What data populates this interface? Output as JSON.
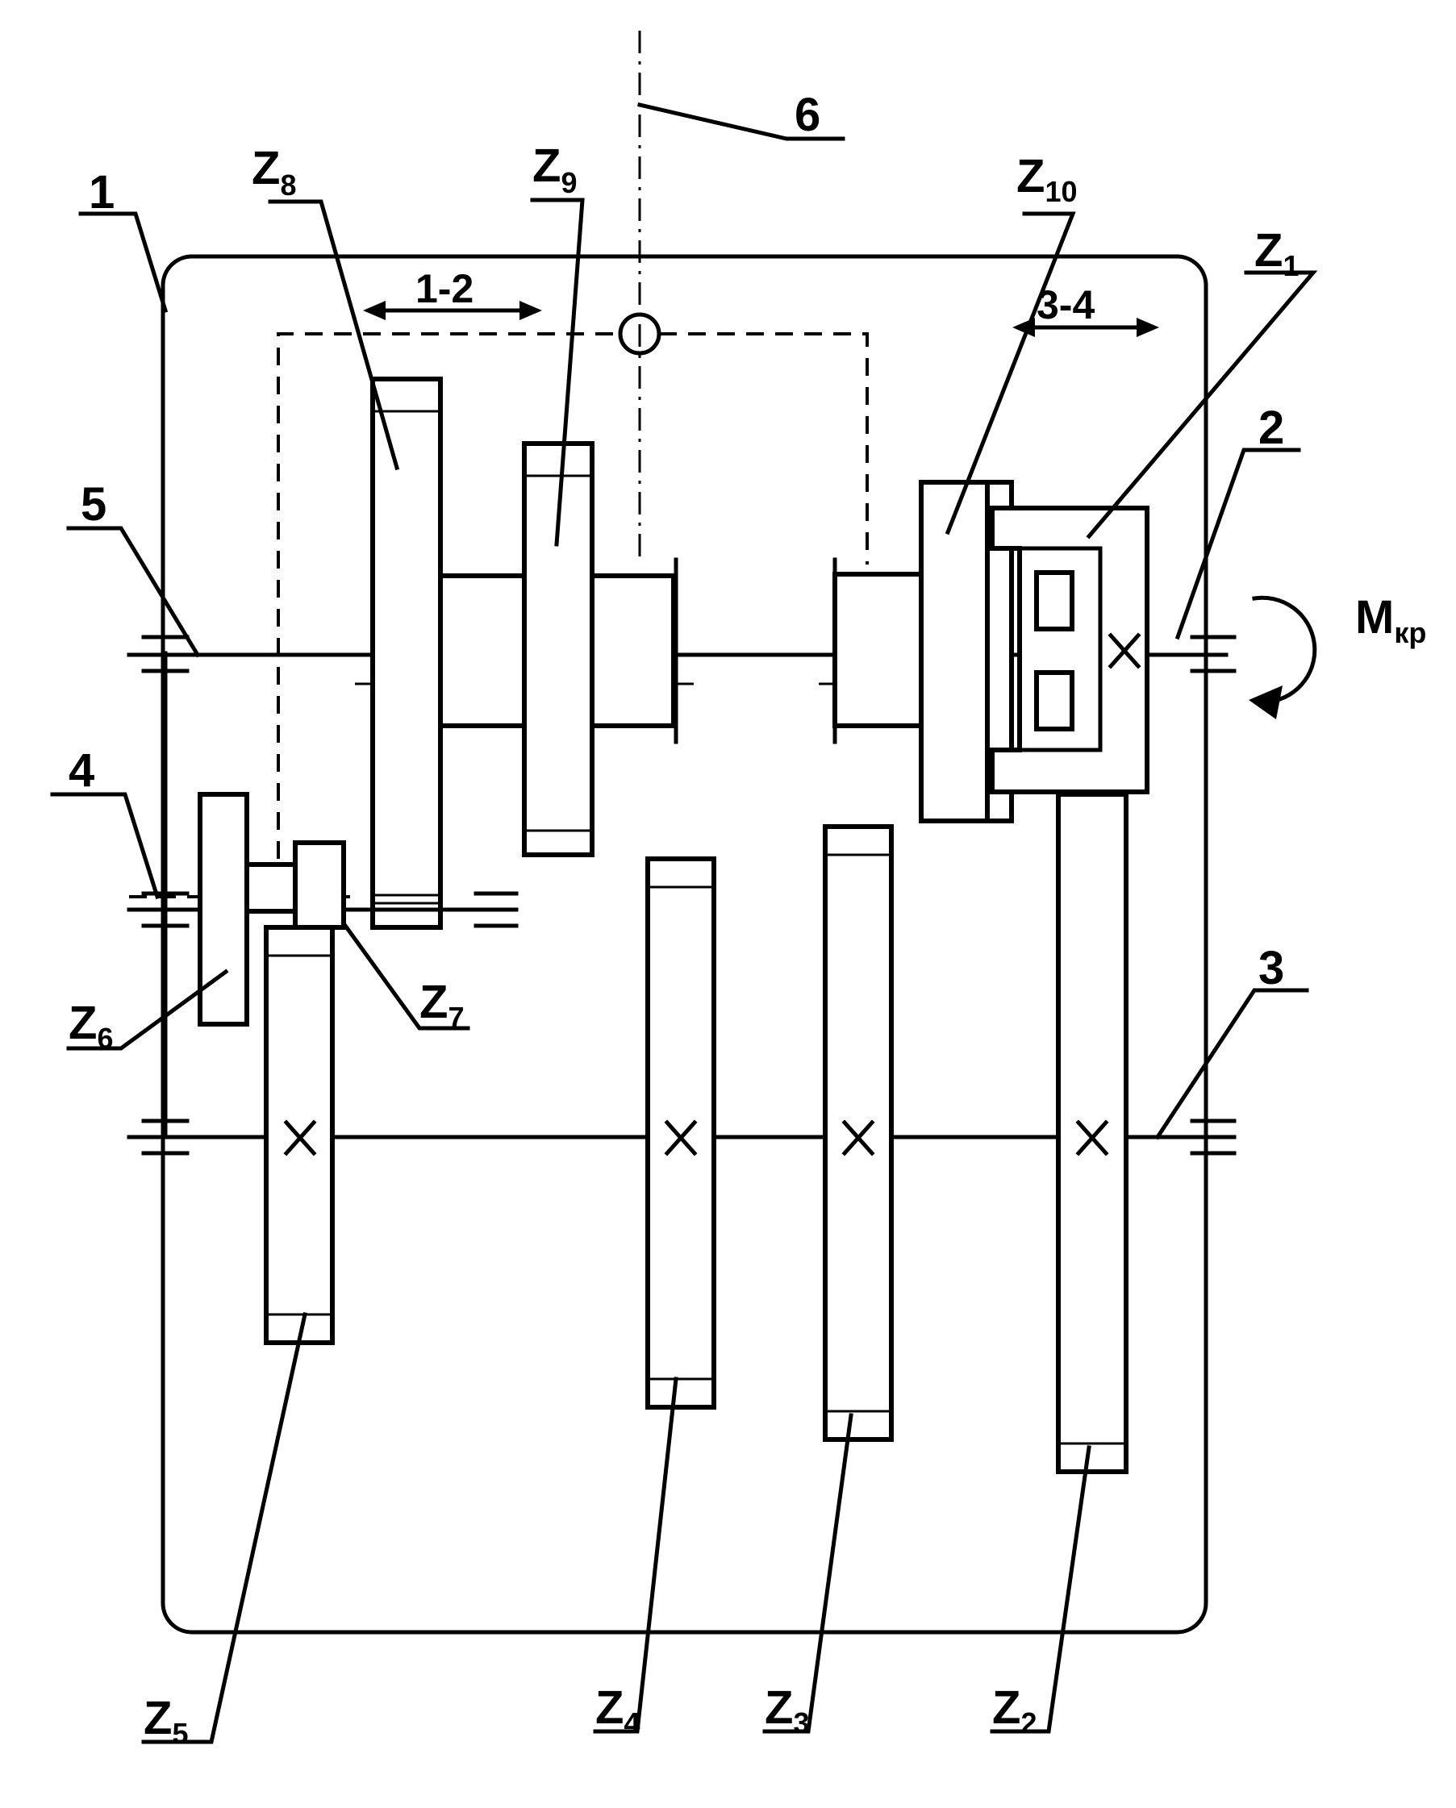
{
  "labels": {
    "part_1": "1",
    "part_2": "2",
    "part_3": "3",
    "part_4": "4",
    "part_5": "5",
    "part_6": "6",
    "gear_letter": "Z",
    "z1_sub": "1",
    "z2_sub": "2",
    "z3_sub": "3",
    "z4_sub": "4",
    "z5_sub": "5",
    "z6_sub": "6",
    "z7_sub": "7",
    "z8_sub": "8",
    "z9_sub": "9",
    "z10_sub": "10",
    "shift_1_2": "1-2",
    "shift_3_4": "3-4",
    "torque_letter": "M",
    "torque_sub": "кр"
  }
}
